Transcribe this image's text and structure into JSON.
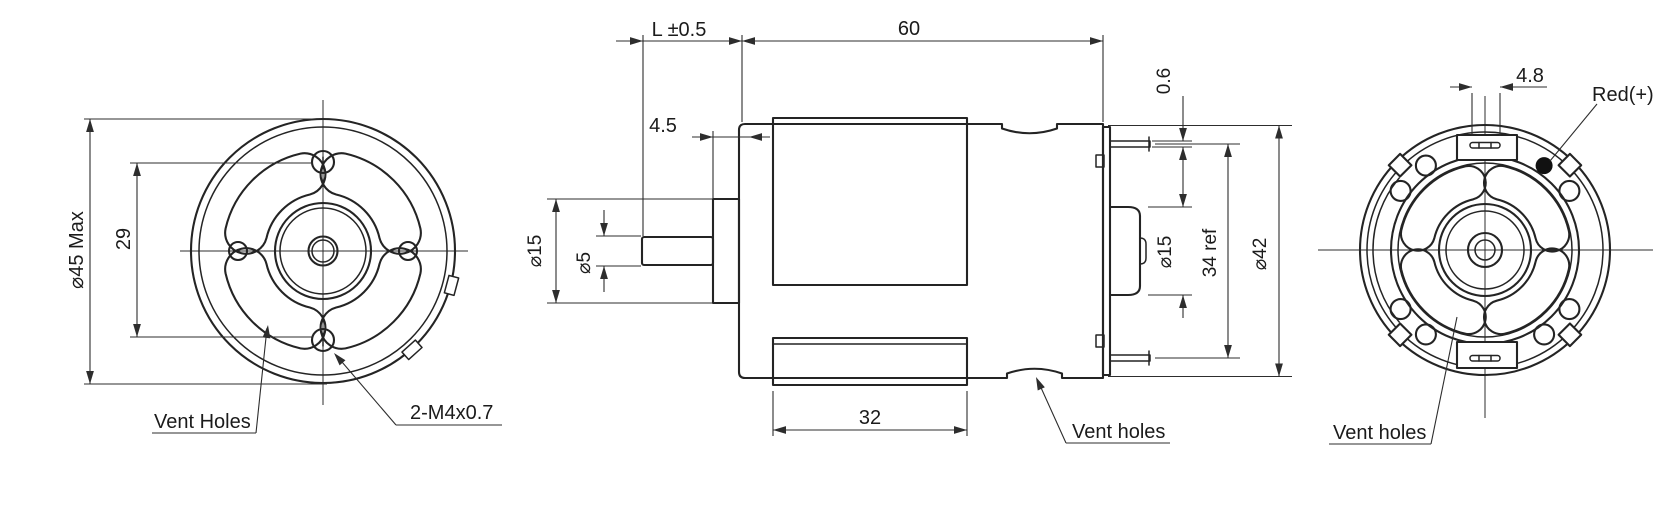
{
  "colors": {
    "background": "#ffffff",
    "line": "#242424",
    "text": "#1b1b1b",
    "positive_terminal_marker": "#111111"
  },
  "views": {
    "front": {
      "labels": {
        "outer_diameter": "⌀45 Max",
        "mount_hole_spacing": "29",
        "vent_holes": "Vent Holes",
        "mount_thread": "2-M4x0.7"
      }
    },
    "side": {
      "labels": {
        "shaft_length": "L ±0.5",
        "body_length": "60",
        "boss_offset": "4.5",
        "front_boss_diameter": "⌀15",
        "shaft_diameter": "⌀5",
        "band_length": "32",
        "vent_holes": "Vent holes",
        "terminal_thickness": "0.6",
        "rear_boss_diameter": "⌀15",
        "terminal_span": "34 ref",
        "body_diameter": "⌀42"
      }
    },
    "rear": {
      "labels": {
        "terminal_width": "4.8",
        "positive_terminal": "Red(+)",
        "vent_holes": "Vent holes"
      }
    }
  }
}
